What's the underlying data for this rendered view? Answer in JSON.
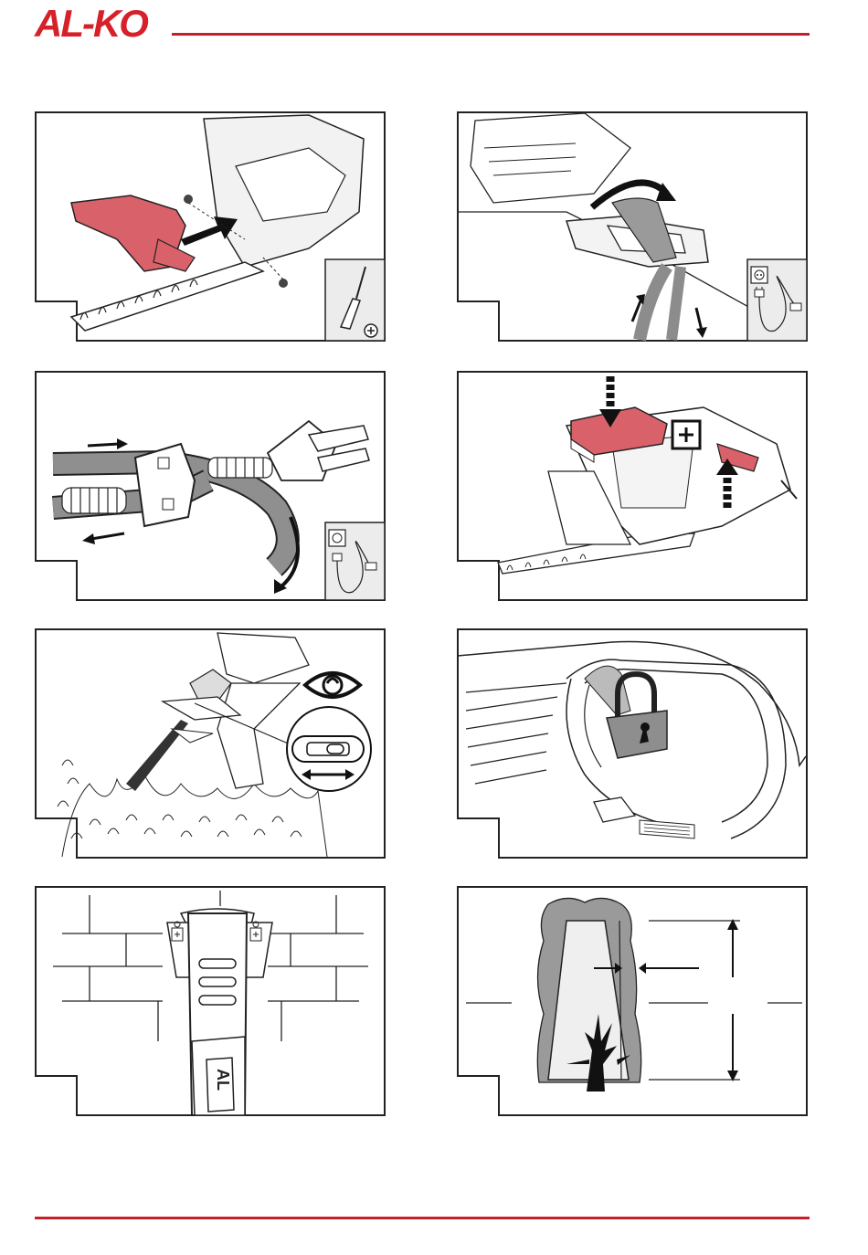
{
  "header": {
    "brand": "AL-KO"
  },
  "colors": {
    "brand_red": "#d6202a",
    "rule_red": "#c8202a",
    "part_red": "#d9616a",
    "ink": "#222222",
    "grey": "#8c8c8c",
    "light_grey": "#e6e6e6"
  },
  "figures": [
    {
      "id": "fig-1",
      "icons": [
        "screwdriver-icon",
        "phillips-icon"
      ]
    },
    {
      "id": "fig-2",
      "icons": [
        "power-socket-icon",
        "power-plug-icon"
      ]
    },
    {
      "id": "fig-3",
      "icons": [
        "power-socket-icon",
        "power-plug-icon"
      ]
    },
    {
      "id": "fig-4",
      "icons": [
        "plus-box-icon"
      ]
    },
    {
      "id": "fig-5",
      "icons": [
        "eye-icon",
        "switch-icon",
        "double-arrow-icon"
      ]
    },
    {
      "id": "fig-6",
      "icons": [
        "padlock-icon"
      ]
    },
    {
      "id": "fig-7",
      "icons": [
        "wall-mount-icon",
        "screw-icon"
      ],
      "wall_plate_text": "AL"
    },
    {
      "id": "fig-8",
      "icons": [
        "hedge-icon",
        "tree-icon",
        "dimension-arrow-icon"
      ]
    }
  ]
}
